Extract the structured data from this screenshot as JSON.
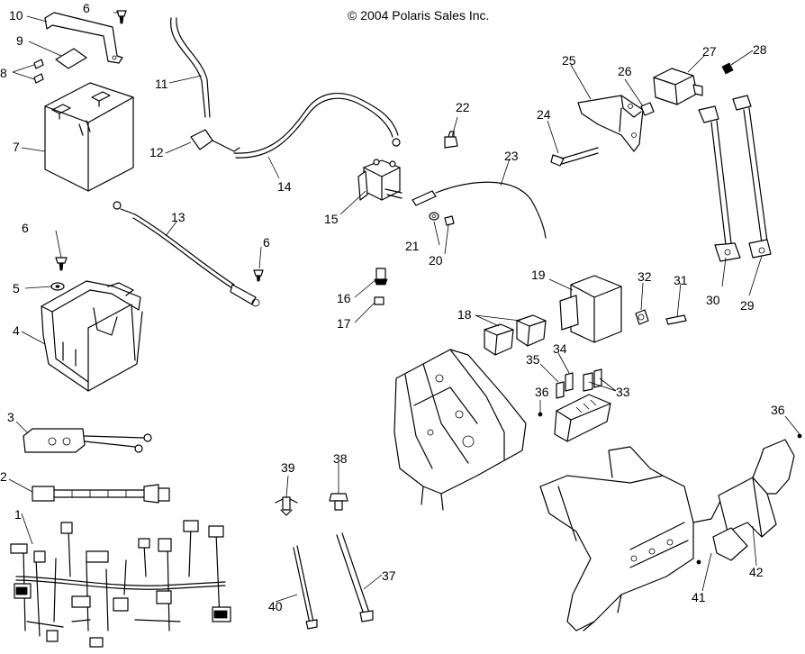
{
  "copyright": "© 2004 Polaris Sales Inc.",
  "callouts": {
    "c1": "1",
    "c2": "2",
    "c3": "3",
    "c4": "4",
    "c5": "5",
    "c6a": "6",
    "c6b": "6",
    "c6c": "6",
    "c7": "7",
    "c8": "8",
    "c9": "9",
    "c10": "10",
    "c11": "11",
    "c12": "12",
    "c13": "13",
    "c14": "14",
    "c15": "15",
    "c16": "16",
    "c17": "17",
    "c18": "18",
    "c19": "19",
    "c20": "20",
    "c21": "21",
    "c22": "22",
    "c23": "23",
    "c24": "24",
    "c25": "25",
    "c26": "26",
    "c27": "27",
    "c28": "28",
    "c29": "29",
    "c30": "30",
    "c31": "31",
    "c32": "32",
    "c33": "33",
    "c34": "34",
    "c35": "35",
    "c36a": "36",
    "c36b": "36",
    "c37": "37",
    "c38": "38",
    "c39": "39",
    "c40": "40",
    "c41": "41",
    "c42": "42"
  }
}
